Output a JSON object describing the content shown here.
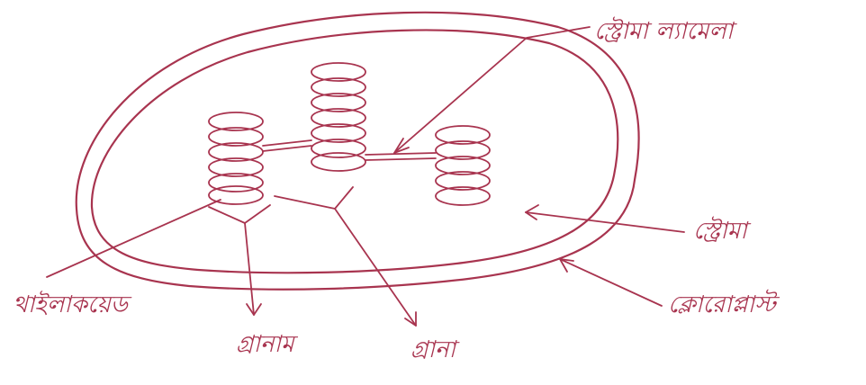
{
  "labels": {
    "stroma_lamella": "স্ট্রোমা ল্যামেলা",
    "stroma": "স্ট্রোমা",
    "chloroplast": "ক্লোরোপ্লাস্ট",
    "thylakoid": "থাইলাকয়েড",
    "granum": "গ্রানাম",
    "grana": "গ্রানা"
  },
  "colors": {
    "ink": "#a8344f",
    "background": "#ffffff"
  }
}
